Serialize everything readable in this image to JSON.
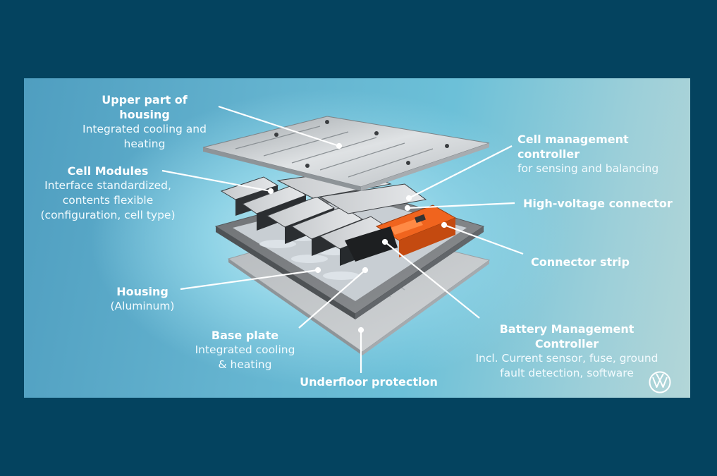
{
  "labels": {
    "upper_housing": {
      "title": "Upper part of housing",
      "line1": "Integrated cooling and",
      "line2": "heating"
    },
    "cell_modules": {
      "title": "Cell Modules",
      "line1": "Interface standardized,",
      "line2": "contents flexible",
      "line3": "(configuration, cell type)"
    },
    "housing": {
      "title": "Housing",
      "line1": "(Aluminum)"
    },
    "base_plate": {
      "title": "Base plate",
      "line1": "Integrated cooling",
      "line2": "& heating"
    },
    "underfloor": {
      "title": "Underfloor protection"
    },
    "cell_mgmt": {
      "title": "Cell management controller",
      "line1": "for sensing and balancing"
    },
    "hv_connector": {
      "title": "High-voltage connector"
    },
    "connector_strip": {
      "title": "Connector strip"
    },
    "bmc": {
      "title": "Battery Management Controller",
      "line1": "Incl. Current sensor, fuse, ground",
      "line2": "fault detection, software"
    }
  },
  "logo": "vw-logo-icon",
  "colors": {
    "frame": "#04435f",
    "connector_orange": "#f0641e",
    "label_text": "#ffffff"
  }
}
